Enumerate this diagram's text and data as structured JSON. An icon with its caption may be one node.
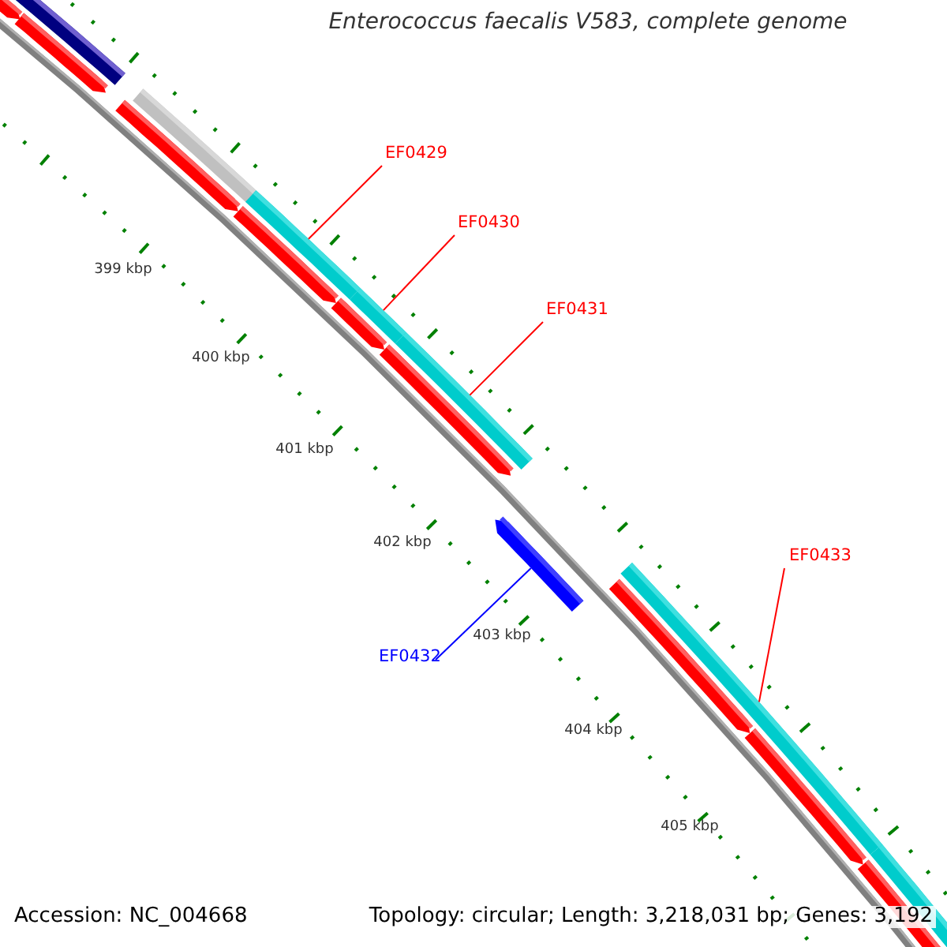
{
  "diagram": {
    "title": "Enterococcus faecalis V583, complete genome",
    "nodes": [
      {
        "text": [
          "EF0429"
        ]
      },
      {
        "text": [
          "EF0430"
        ]
      },
      {
        "text": [
          "EF0431"
        ]
      },
      {
        "text": [
          "EF0433"
        ]
      },
      {
        "text": [
          "EF0432"
        ]
      },
      {
        "text": [],
        "shape": "bar"
      },
      {
        "text": [],
        "shape": "bar"
      },
      {
        "text": [],
        "shape": "bar"
      },
      {
        "text": [],
        "shape": "arrow"
      },
      {
        "text": [],
        "shape": "bar"
      }
    ],
    "edges": [
      {
        "from": 0,
        "to": 5,
        "arrow": "none"
      },
      {
        "from": 1,
        "to": 6,
        "arrow": "none"
      },
      {
        "from": 2,
        "to": 7,
        "arrow": "none"
      },
      {
        "from": 3,
        "to": 9,
        "arrow": "none"
      },
      {
        "from": 4,
        "to": 8,
        "arrow": "none",
        "color": "#0000ff"
      }
    ],
    "labels": [
      "399 kbp",
      "400 kbp",
      "401 kbp",
      "402 kbp",
      "403 kbp",
      "404 kbp",
      "405 kbp",
      "Accession: NC_004668",
      "Topology: circular; Length: 3,218,031 bp; Genes: 3,192"
    ]
  }
}
